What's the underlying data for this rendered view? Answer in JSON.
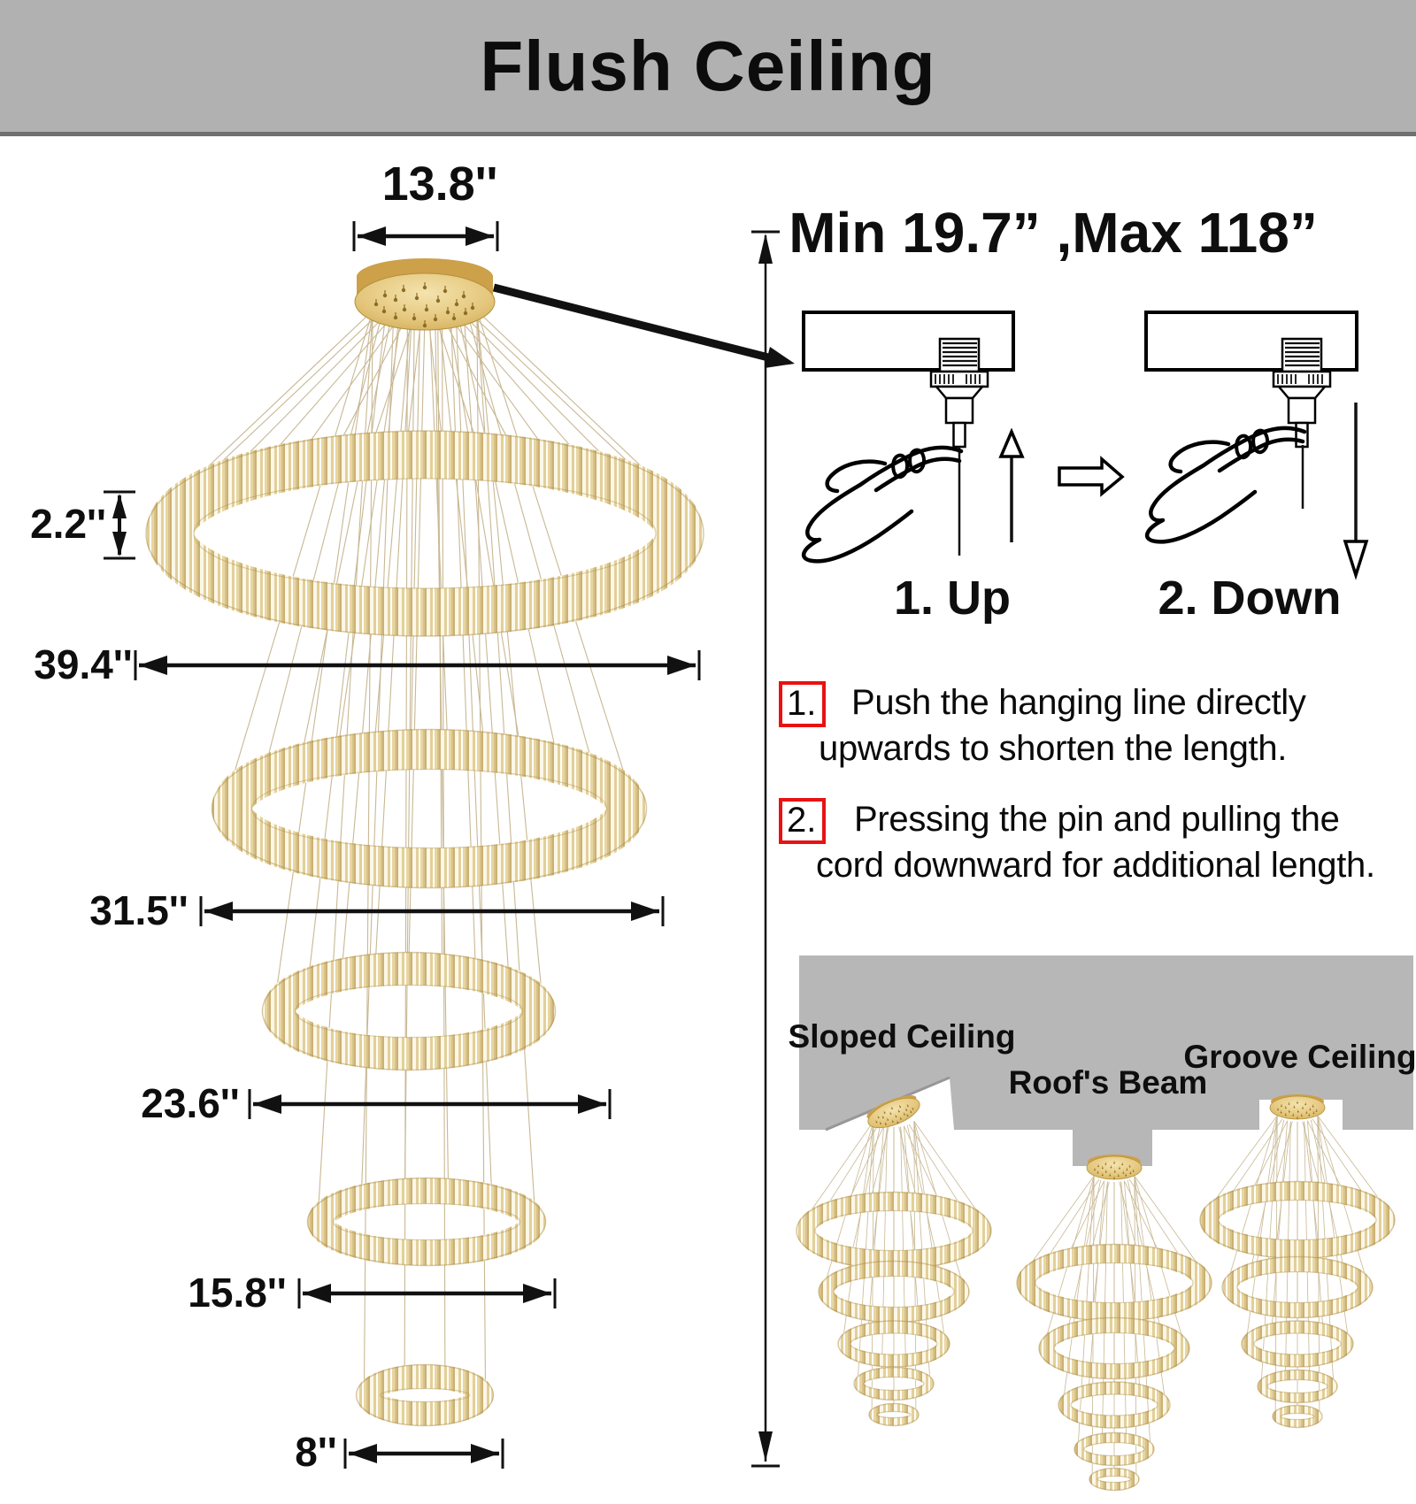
{
  "title": "Flush Ceiling",
  "dimensions": {
    "canopy_width": "13.8''",
    "ring_thickness": "2.2''",
    "ring1_diameter": "39.4''",
    "ring2_diameter": "31.5''",
    "ring3_diameter": "23.6''",
    "ring4_diameter": "15.8''",
    "ring5_diameter": "8''"
  },
  "adjustment": {
    "range_label": "Min 19.7” ,Max 118”",
    "up_label": "1. Up",
    "down_label": "2. Down",
    "step1_num": "1.",
    "step1_line1": "Push the hanging line directly",
    "step1_line2": "upwards to shorten the length.",
    "step2_num": "2.",
    "step2_line1": "Pressing the pin and pulling the",
    "step2_line2": "cord downward for additional length."
  },
  "mounting": {
    "sloped_label": "Sloped Ceiling",
    "beam_label": "Roof's Beam",
    "groove_label": "Groove Ceiling"
  },
  "colors": {
    "banner_gray": "#b1b1b1",
    "banner_border": "#6f6f6f",
    "ceiling_gray": "#b7b7b7",
    "slope_edge": "#979797",
    "gold": "#cda04a",
    "gold_light": "#ecd89c",
    "gold_dark": "#a57f28",
    "crystal_base": "#f1e7c6",
    "string": "#c8b894",
    "ink": "#111111",
    "red": "#e81212"
  }
}
